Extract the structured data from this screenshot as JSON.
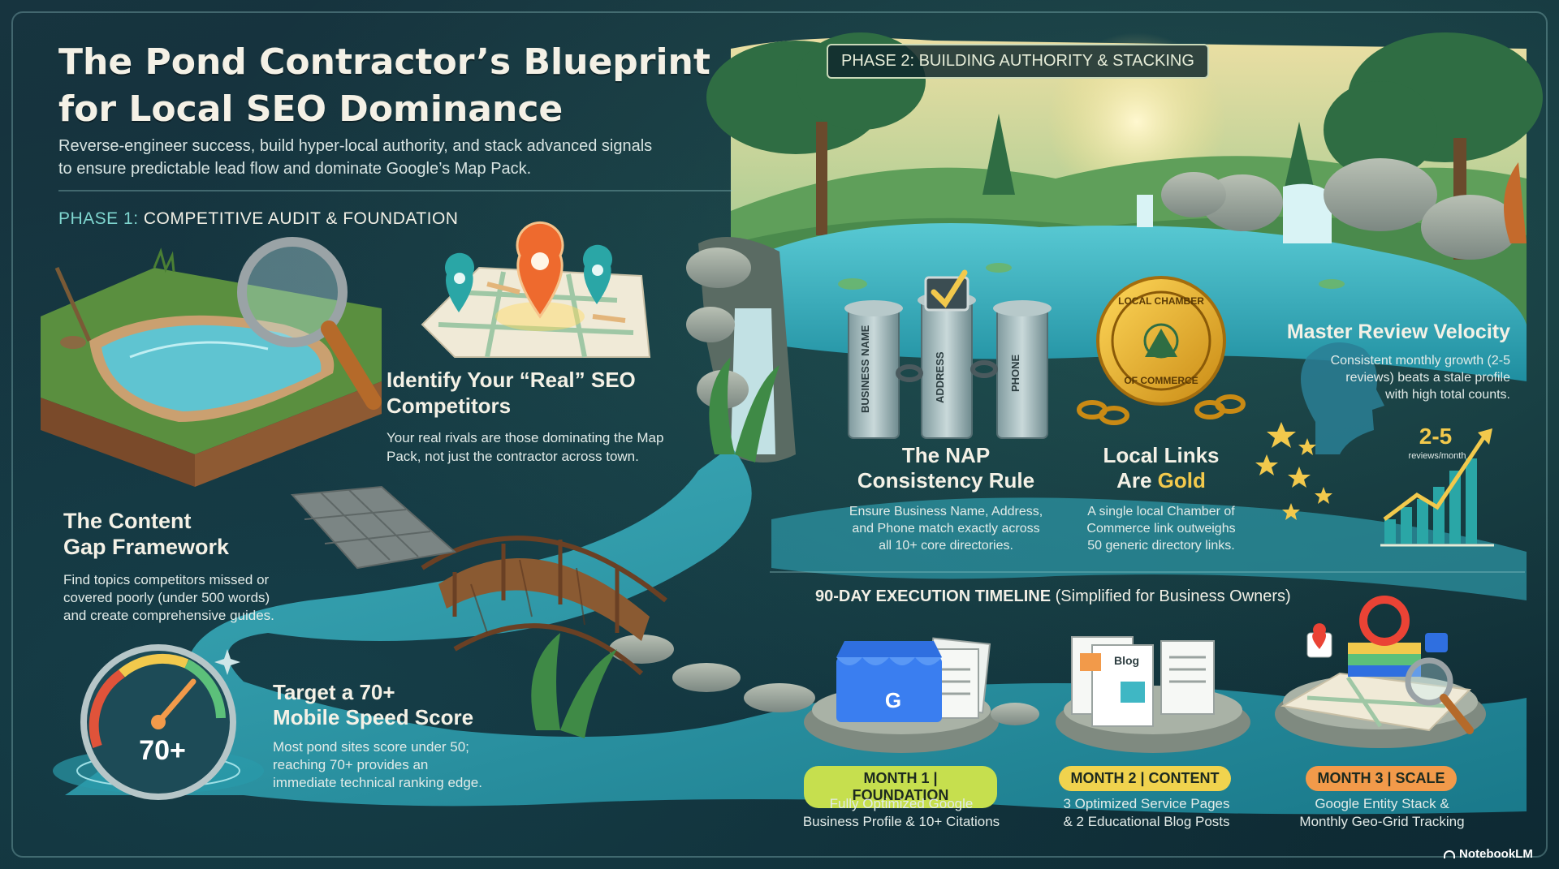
{
  "header": {
    "title_line1": "The Pond Contractor’s Blueprint",
    "title_line2": "for Local SEO Dominance",
    "subtitle_line1": "Reverse-engineer success, build hyper-local authority, and stack advanced signals",
    "subtitle_line2": "to ensure predictable lead flow and dominate Google’s Map Pack."
  },
  "phase1": {
    "label_prefix": "PHASE 1:",
    "label_text": "COMPETITIVE AUDIT & FOUNDATION"
  },
  "phase2": {
    "label": "PHASE 2: BUILDING AUTHORITY & STACKING"
  },
  "competitors": {
    "title_line1": "Identify Your “Real” SEO",
    "title_line2": "Competitors",
    "body_line1": "Your real rivals are those dominating the Map",
    "body_line2": "Pack, not just the contractor across town."
  },
  "content_gap": {
    "title_line1": "The Content",
    "title_line2": "Gap Framework",
    "body_line1": "Find topics competitors missed or",
    "body_line2": "covered poorly (under 500 words)",
    "body_line3": "and create comprehensive guides."
  },
  "speed": {
    "gauge_value": "70+",
    "gauge_fraction": 0.7,
    "title_line1": "Target a 70+",
    "title_line2": "Mobile Speed Score",
    "body_line1": "Most pond sites score under 50;",
    "body_line2": "reaching 70+ provides an",
    "body_line3": "immediate technical ranking edge."
  },
  "nap": {
    "pillars": [
      "BUSINESS NAME",
      "ADDRESS",
      "PHONE"
    ],
    "title_line1": "The NAP",
    "title_line2": "Consistency Rule",
    "body_line1": "Ensure Business Name, Address,",
    "body_line2": "and Phone match exactly across",
    "body_line3": "all 10+ core directories."
  },
  "local_links": {
    "seal_top": "LOCAL CHAMBER",
    "seal_bottom": "OF COMMERCE",
    "title_line1": "Local Links",
    "title_line2_a": "Are ",
    "title_line2_b": "Gold",
    "body_line1": "A single local Chamber of",
    "body_line2": "Commerce link outweighs",
    "body_line3": "50 generic directory links."
  },
  "reviews": {
    "title": "Master Review Velocity",
    "body_line1": "Consistent monthly growth (2-5",
    "body_line2": "reviews) beats a stale profile",
    "body_line3": "with high total counts.",
    "chart_value": "2-5",
    "chart_unit": "reviews/month"
  },
  "timeline": {
    "heading_bold": "90-DAY EXECUTION TIMELINE",
    "heading_rest": " (Simplified for Business Owners)",
    "months": [
      {
        "label": "MONTH 1 | FOUNDATION",
        "line1": "Fully Optimized Google",
        "line2": "Business Profile & 10+ Citations",
        "color": "#c6df4e"
      },
      {
        "label": "MONTH 2 | CONTENT",
        "line1": "3 Optimized Service Pages",
        "line2": "& 2 Educational Blog Posts",
        "color": "#f0d34e"
      },
      {
        "label": "MONTH 3 | SCALE",
        "line1": "Google Entity Stack &",
        "line2": "Monthly Geo-Grid Tracking",
        "color": "#f29a4a"
      }
    ],
    "blog_label": "Blog",
    "google_letter": "G"
  },
  "footer": {
    "brand": "NotebookLM"
  },
  "colors": {
    "bg": "#12303a",
    "water": "#3fb7c4",
    "accent_teal": "#7fd6cf",
    "gold": "#f2c94c"
  }
}
